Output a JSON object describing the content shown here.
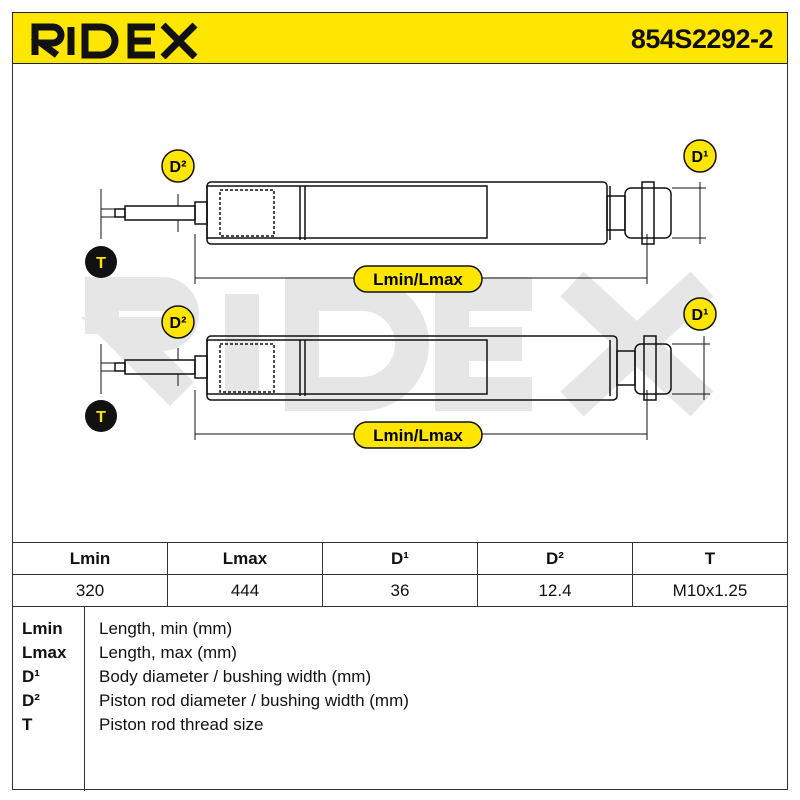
{
  "brand": {
    "logo_text": "RIDEX",
    "accent_color": "#ffe600"
  },
  "part_number": "854S2292-2",
  "drawing": {
    "callouts": {
      "d1": "D¹",
      "d2": "D²",
      "t": "T",
      "length": "Lmin/Lmax"
    },
    "watermark": "RIDEX"
  },
  "spec_table": {
    "headers": [
      "Lmin",
      "Lmax",
      "D¹",
      "D²",
      "T"
    ],
    "values": [
      "320",
      "444",
      "36",
      "12.4",
      "M10x1.25"
    ]
  },
  "legend": [
    {
      "key": "Lmin",
      "desc": "Length, min (mm)"
    },
    {
      "key": "Lmax",
      "desc": "Length, max (mm)"
    },
    {
      "key": "D¹",
      "desc": "Body diameter / bushing width (mm)"
    },
    {
      "key": "D²",
      "desc": "Piston rod diameter / bushing width (mm)"
    },
    {
      "key": "T",
      "desc": "Piston rod thread size"
    }
  ]
}
